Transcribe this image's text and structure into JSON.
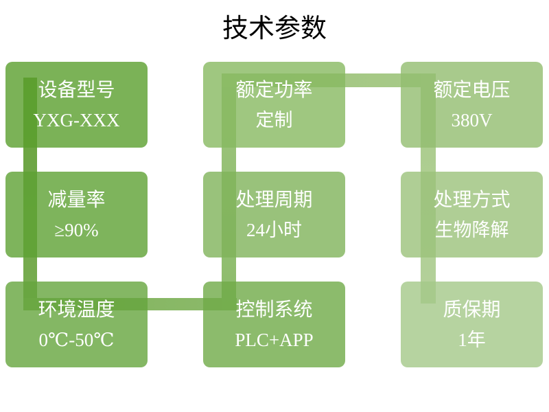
{
  "page": {
    "title": "技术参数",
    "background_color": "#ffffff",
    "title_color": "#000000",
    "text_color": "#ffffff"
  },
  "diagram": {
    "type": "serpentine-process",
    "flow_order": [
      "设备型号",
      "减量率",
      "环境温度",
      "控制系统",
      "处理周期",
      "额定功率",
      "额定电压",
      "处理方式",
      "质保期"
    ],
    "boxes": [
      {
        "id": "device-model",
        "label": "设备型号",
        "value": "YXG-XXX",
        "flow_step": 1,
        "row": 1,
        "col": 1,
        "color": "rgba(90,159,45,0.8)"
      },
      {
        "id": "rated-power",
        "label": "额定功率",
        "value": "定制",
        "flow_step": 6,
        "row": 1,
        "col": 2,
        "color": "rgba(135,185,96,0.8)"
      },
      {
        "id": "rated-voltage",
        "label": "额定电压",
        "value": "380V",
        "flow_step": 7,
        "row": 1,
        "col": 3,
        "color": "rgba(146,189,111,0.8)"
      },
      {
        "id": "reduction-rate",
        "label": "减量率",
        "value": "≥90%",
        "flow_step": 2,
        "row": 2,
        "col": 1,
        "color": "rgba(94,161,51,0.8)"
      },
      {
        "id": "process-cycle",
        "label": "处理周期",
        "value": "24小时",
        "flow_step": 5,
        "row": 2,
        "col": 2,
        "color": "rgba(128,179,90,0.8)"
      },
      {
        "id": "process-method",
        "label": "处理方式",
        "value": "生物降解",
        "flow_step": 8,
        "row": 2,
        "col": 3,
        "color": "rgba(155,194,123,0.8)"
      },
      {
        "id": "ambient-temp",
        "label": "环境温度",
        "value": "0℃-50℃",
        "flow_step": 3,
        "row": 3,
        "col": 1,
        "color": "rgba(101,165,61,0.8)"
      },
      {
        "id": "control-system",
        "label": "控制系统",
        "value": "PLC+APP",
        "flow_step": 4,
        "row": 3,
        "col": 2,
        "color": "rgba(111,170,71,0.8)"
      },
      {
        "id": "warranty",
        "label": "质保期",
        "value": "1年",
        "flow_step": 9,
        "row": 3,
        "col": 3,
        "color": "rgba(164,200,136,0.8)"
      }
    ],
    "connectors": [
      {
        "id": "connector-left-vertical",
        "from": "设备型号",
        "to": "环境温度",
        "direction": "down",
        "color_from": "#68A23E",
        "color_to": "#79AD52"
      },
      {
        "id": "connector-bottom-horizontal",
        "from": "环境温度",
        "to": "控制系统",
        "direction": "right",
        "color_from": "#80B25C",
        "color_to": "#8CBA6A"
      },
      {
        "id": "connector-middle-vertical",
        "from": "控制系统",
        "to": "额定功率",
        "direction": "up",
        "color_from": "#8DBC6C",
        "color_to": "#9DC47D"
      },
      {
        "id": "connector-top-horizontal",
        "from": "额定功率",
        "to": "额定电压",
        "direction": "right",
        "color_from": "#A0C67F",
        "color_to": "#A8CA89"
      },
      {
        "id": "connector-right-vertical",
        "from": "额定电压",
        "to": "质保期",
        "direction": "down",
        "color_from": "#A9CB8A",
        "color_to": "#B4D19B"
      }
    ]
  }
}
